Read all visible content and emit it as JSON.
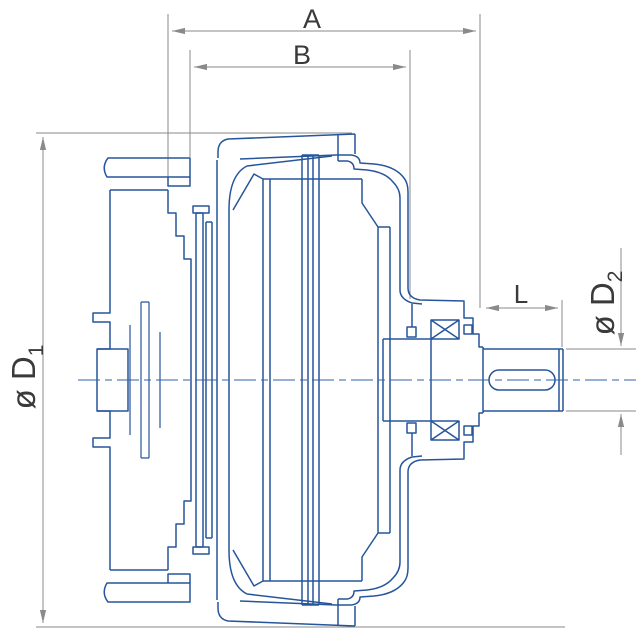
{
  "drawing": {
    "type": "technical-cross-section",
    "subject": "brake motor / gear unit side cross-section with overall dimensions",
    "units_shown": false,
    "colors": {
      "part_lines": "#27559b",
      "dimension_lines": "#8a8a8a",
      "label_text": "#3a3a3a",
      "background": "#ffffff"
    },
    "dimensions": {
      "A": {
        "label": "A",
        "orientation": "horizontal",
        "measures": "overall length from brake housing to bearing cover face"
      },
      "B": {
        "label": "B",
        "orientation": "horizontal",
        "measures": "motor housing length"
      },
      "L": {
        "label": "L",
        "orientation": "horizontal",
        "measures": "output shaft length"
      },
      "D1": {
        "prefix": "ø D",
        "sub": "1",
        "orientation": "vertical-rotated",
        "measures": "overall housing diameter"
      },
      "D2": {
        "prefix": "ø D",
        "sub": "2",
        "orientation": "vertical-rotated",
        "measures": "output shaft diameter"
      }
    },
    "features": [
      "brake stack with stepped discs (left)",
      "finned housing outline with cover plate (center)",
      "ball bearing with cross-hatched boxes (right)",
      "keyed output shaft with keyway slot (right)",
      "horizontal dash-dot centerline"
    ]
  }
}
